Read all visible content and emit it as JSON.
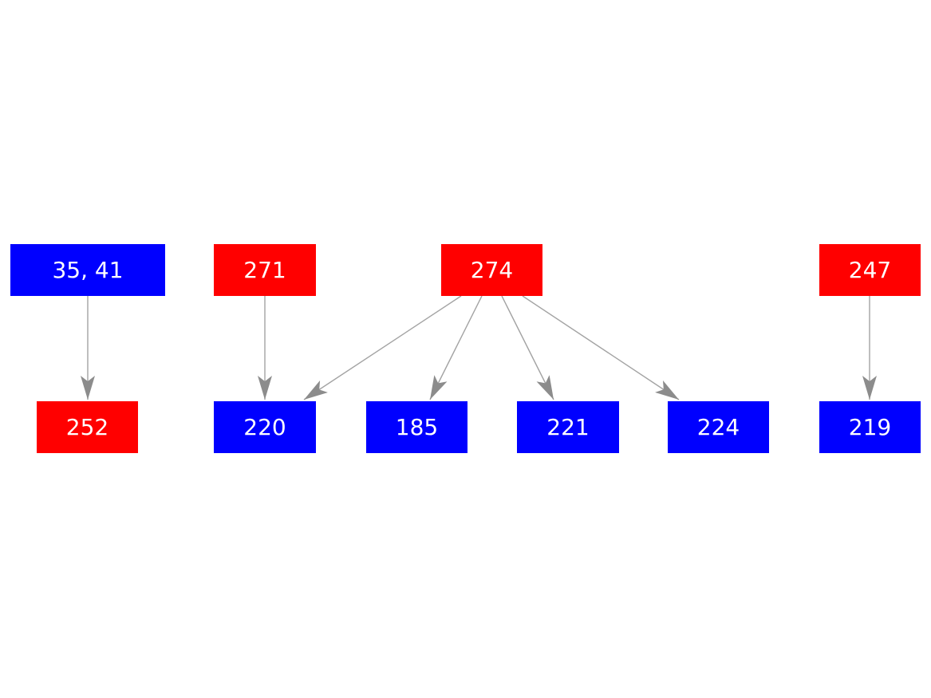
{
  "diagram": {
    "nodes": [
      {
        "id": "35-41",
        "label": "35, 41",
        "color": "blue"
      },
      {
        "id": "271",
        "label": "271",
        "color": "red"
      },
      {
        "id": "274",
        "label": "274",
        "color": "red"
      },
      {
        "id": "247",
        "label": "247",
        "color": "red"
      },
      {
        "id": "252",
        "label": "252",
        "color": "red"
      },
      {
        "id": "220",
        "label": "220",
        "color": "blue"
      },
      {
        "id": "185",
        "label": "185",
        "color": "blue"
      },
      {
        "id": "221",
        "label": "221",
        "color": "blue"
      },
      {
        "id": "224",
        "label": "224",
        "color": "blue"
      },
      {
        "id": "219",
        "label": "219",
        "color": "blue"
      }
    ],
    "edges": [
      {
        "from": "35, 41",
        "to": "252"
      },
      {
        "from": "271",
        "to": "220"
      },
      {
        "from": "274",
        "to": "220"
      },
      {
        "from": "274",
        "to": "185"
      },
      {
        "from": "274",
        "to": "221"
      },
      {
        "from": "274",
        "to": "224"
      },
      {
        "from": "247",
        "to": "219"
      }
    ],
    "colors": {
      "node_blue": "#0000ff",
      "node_red": "#ff0000",
      "node_text": "#ffffff",
      "edge_line": "#a3a3a3",
      "edge_arrowhead": "#8c8c8c",
      "background": "#ffffff"
    }
  }
}
